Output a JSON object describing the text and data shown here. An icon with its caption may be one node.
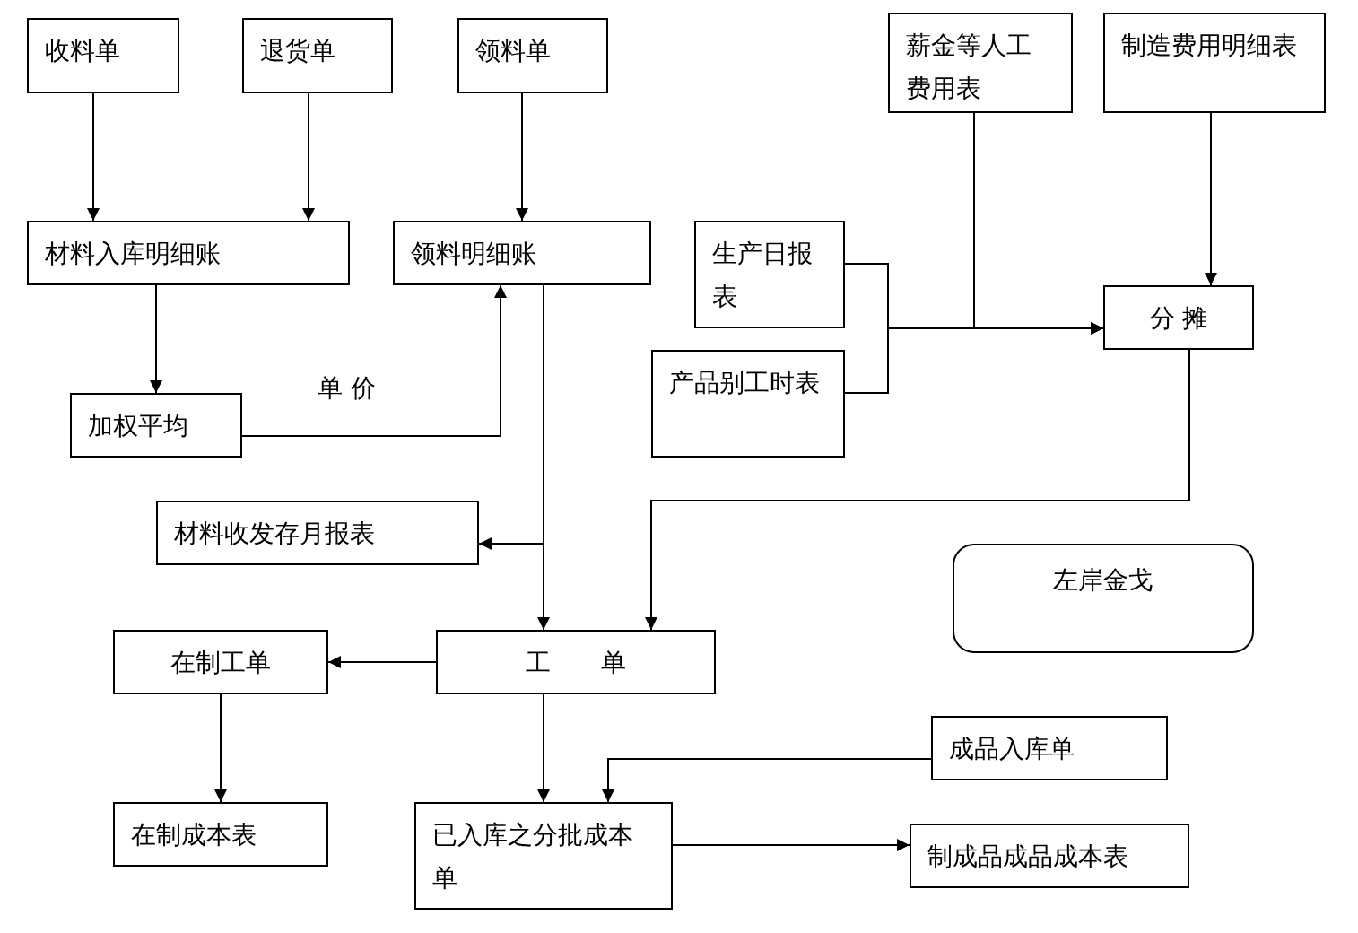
{
  "diagram": {
    "nodes": [
      {
        "text": [
          "收料单"
        ]
      },
      {
        "text": [
          "退货单"
        ]
      },
      {
        "text": [
          "领料单"
        ]
      },
      {
        "text": [
          "薪金等人工费用表"
        ]
      },
      {
        "text": [
          "制造费用明细表"
        ]
      },
      {
        "text": [
          "材料入库明细账"
        ]
      },
      {
        "text": [
          "领料明细账"
        ]
      },
      {
        "text": [
          "生产日报表"
        ]
      },
      {
        "text": [
          "产品别工时表"
        ]
      },
      {
        "text": [
          "分 摊"
        ]
      },
      {
        "text": [
          "加权平均"
        ]
      },
      {
        "text": [
          "材料收发存月报表"
        ]
      },
      {
        "text": [
          "左岸金戈"
        ]
      },
      {
        "text": [
          "在制工单"
        ]
      },
      {
        "text": [
          "工　　单"
        ]
      },
      {
        "text": [
          "成品入库单"
        ]
      },
      {
        "text": [
          "在制成本表"
        ]
      },
      {
        "text": [
          "已入库之分批成本单"
        ]
      },
      {
        "text": [
          "制成品成品成本表"
        ]
      }
    ],
    "edges": [
      {
        "from": 0,
        "to": 5,
        "arrow": "to"
      },
      {
        "from": 1,
        "to": 5,
        "arrow": "to"
      },
      {
        "from": 2,
        "to": 6,
        "arrow": "to"
      },
      {
        "from": 5,
        "to": 10,
        "arrow": "to"
      },
      {
        "from": 10,
        "to": 6,
        "arrow": "to",
        "label": "单 价"
      },
      {
        "from": 6,
        "to": 11,
        "arrow": "to"
      },
      {
        "from": 6,
        "to": 14,
        "arrow": "to"
      },
      {
        "from": 7,
        "to": 9,
        "arrow": "to"
      },
      {
        "from": 8,
        "to": 9,
        "arrow": "to"
      },
      {
        "from": 3,
        "to": 9,
        "arrow": "to"
      },
      {
        "from": 4,
        "to": 9,
        "arrow": "to"
      },
      {
        "from": 9,
        "to": 14,
        "arrow": "to"
      },
      {
        "from": 14,
        "to": 13,
        "arrow": "to"
      },
      {
        "from": 13,
        "to": 16,
        "arrow": "to"
      },
      {
        "from": 14,
        "to": 17,
        "arrow": "to"
      },
      {
        "from": 15,
        "to": 17,
        "arrow": "to"
      },
      {
        "from": 17,
        "to": 18,
        "arrow": "to"
      }
    ]
  }
}
